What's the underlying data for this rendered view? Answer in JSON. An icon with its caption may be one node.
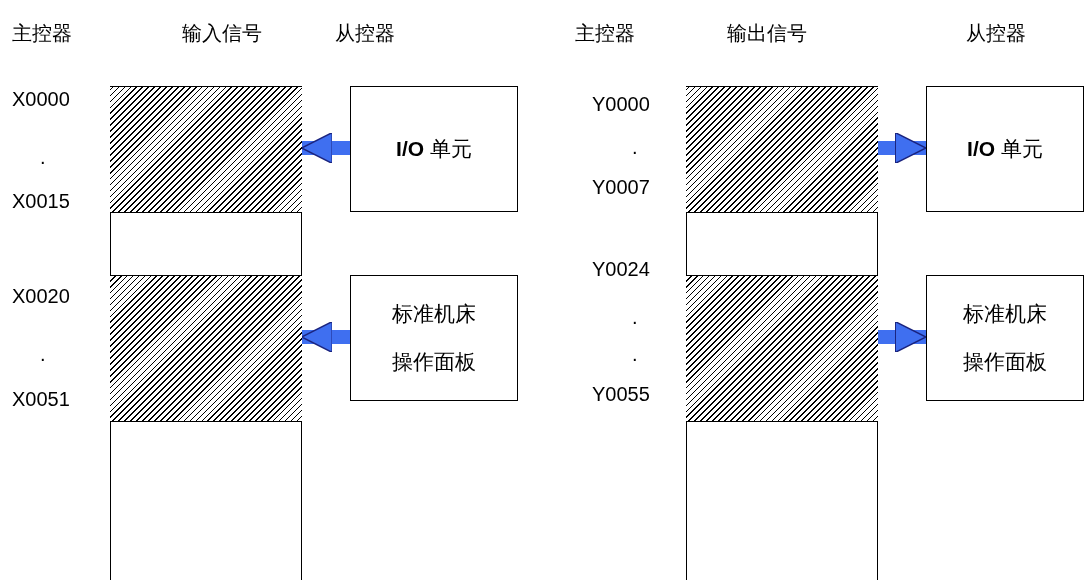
{
  "diagram": {
    "nodes": [
      {
        "text": [],
        "shape": "box"
      },
      {
        "text": [],
        "shape": "box",
        "in": 0
      },
      {
        "text": [],
        "shape": "box",
        "in": 0
      },
      {
        "text": [
          "**I/O** 单元"
        ]
      },
      {
        "text": [
          "标准机床操作面板"
        ]
      },
      {
        "text": [],
        "shape": "box"
      },
      {
        "text": [],
        "shape": "box",
        "in": 5
      },
      {
        "text": [],
        "shape": "box",
        "in": 5
      },
      {
        "text": [
          "**I/O** 单元"
        ]
      },
      {
        "text": [
          "标准机床操作面板"
        ]
      }
    ],
    "edges": [
      {
        "from": 3,
        "to": 1,
        "arrow": "to"
      },
      {
        "from": 4,
        "to": 2,
        "arrow": "to"
      },
      {
        "from": 6,
        "to": 8,
        "arrow": "to"
      },
      {
        "from": 7,
        "to": 9,
        "arrow": "to"
      }
    ],
    "labels": [
      "主控器",
      "输入信号",
      "从控器",
      "主控器",
      "输出信号",
      "从控器",
      "X0000",
      ".",
      "X0015",
      "X0020",
      ".",
      "X0051",
      "Y0000",
      ".",
      "Y0007",
      "Y0024",
      ".",
      ".",
      "Y0055"
    ]
  }
}
